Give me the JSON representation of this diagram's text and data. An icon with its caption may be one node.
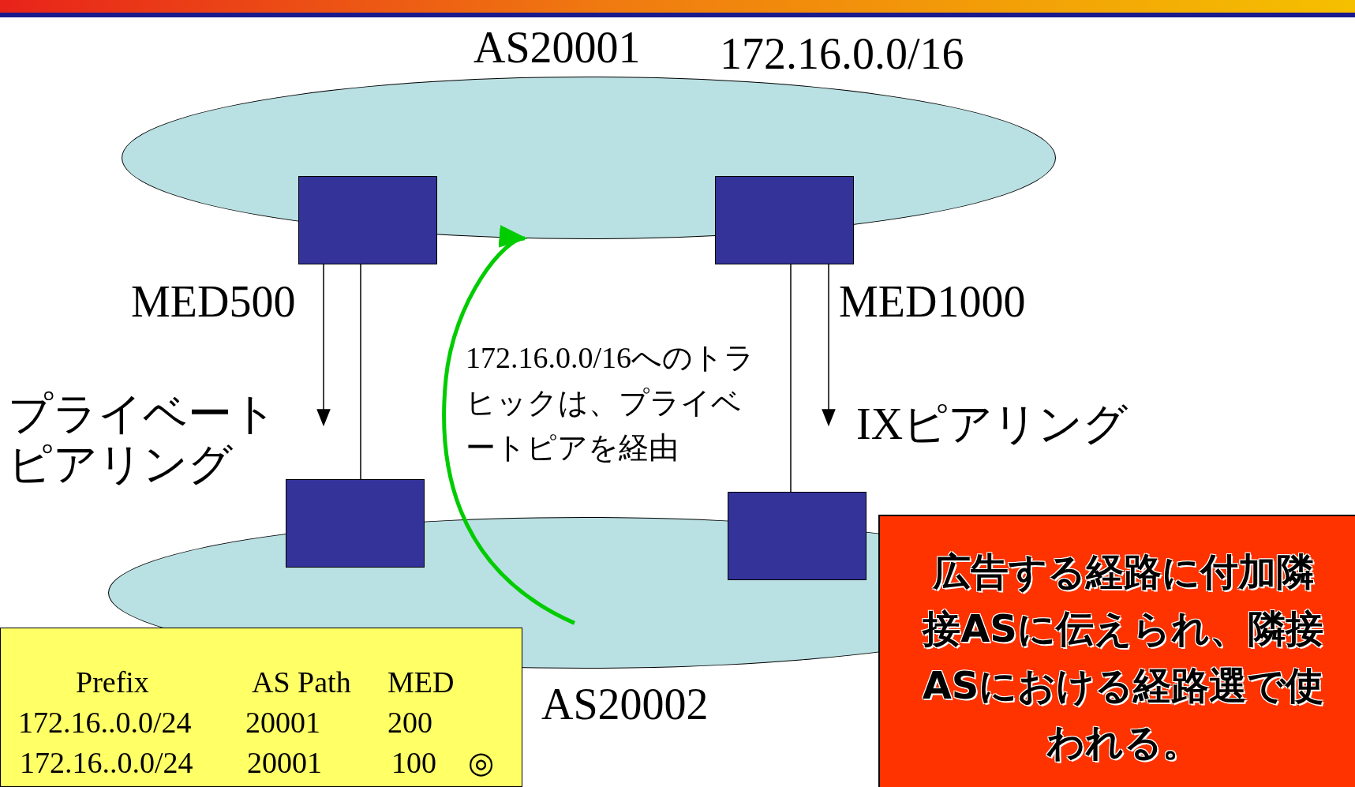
{
  "diagram": {
    "nodes": [
      {
        "text": [
          "AS20001",
          "172.16.0.0/16"
        ]
      },
      {
        "text": [],
        "shape": "box"
      },
      {
        "text": [],
        "shape": "box"
      },
      {
        "text": [
          "AS20002"
        ]
      },
      {
        "text": [],
        "shape": "box"
      },
      {
        "text": [],
        "shape": "box"
      },
      {
        "text": [
          "広告する経路に付加隣接ASに伝えられ、隣接ASにおける経路選で使われる。"
        ]
      }
    ],
    "edges": [
      {
        "from": 1,
        "to": 4,
        "arrow": "none",
        "label": "プライベートピアリング"
      },
      {
        "from": 2,
        "to": 5,
        "arrow": "none",
        "label": "IXピアリング"
      },
      {
        "from": 1,
        "to": null,
        "arrow": "to",
        "label": "MED500"
      },
      {
        "from": 2,
        "to": null,
        "arrow": "to",
        "label": "MED1000"
      },
      {
        "from": 3,
        "to": 0,
        "arrow": "to",
        "label": "172.16.0.0/16へのトラヒックは、プライベートピアを経由",
        "style": "thick",
        "color": "#00cc00"
      }
    ],
    "labels": [
      "Prefix",
      "AS Path",
      "MED",
      "172.16..0.0/24",
      "20001",
      "200",
      "172.16..0.0/24",
      "20001",
      "100",
      "◎"
    ]
  }
}
